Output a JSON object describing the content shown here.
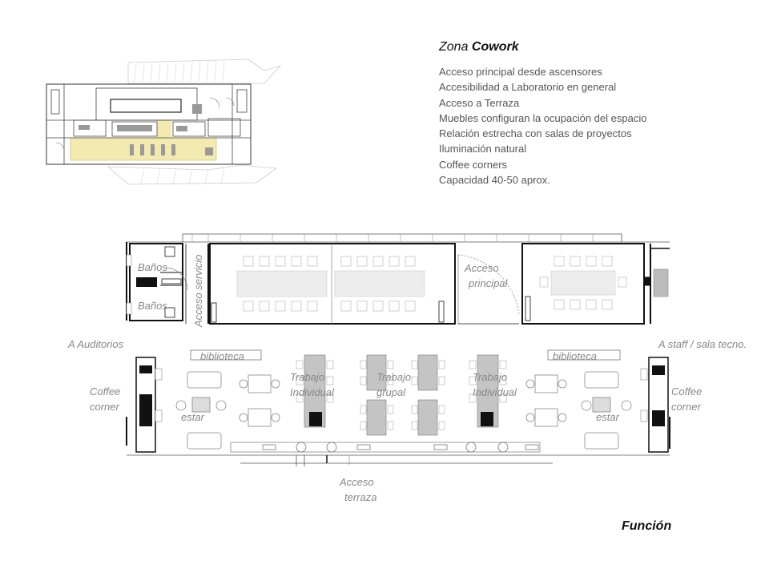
{
  "header": {
    "title_prefix": "Zona ",
    "title_bold": "Cowork"
  },
  "bullets": [
    "Acceso principal desde ascensores",
    "Accesibilidad a Laboratorio en general",
    "Acceso a Terraza",
    "Muebles configuran la ocupación del espacio",
    "Relación estrecha con salas de proyectos",
    "Iluminación natural",
    "Coffee corners",
    "Capacidad 40-50 aprox."
  ],
  "plan_labels": {
    "banos_top": "Baños",
    "banos_bottom": "Baños",
    "acceso_servicio": "Acceso servicio",
    "acceso_principal_1": "Acceso",
    "acceso_principal_2": "principal",
    "a_auditorios": "A Auditorios",
    "a_staff": "A staff / sala tecno.",
    "biblioteca_left": "biblioteca",
    "biblioteca_right": "biblioteca",
    "trabajo_ind_left_1": "Trabajo",
    "trabajo_ind_left_2": "Individual",
    "trabajo_grupal_1": "Trabajo",
    "trabajo_grupal_2": "grupal",
    "trabajo_ind_right_1": "Trabajo",
    "trabajo_ind_right_2": "Individual",
    "coffee_left_1": "Coffee",
    "coffee_left_2": "corner",
    "coffee_right_1": "Coffee",
    "coffee_right_2": "corner",
    "estar_left": "estar",
    "estar_right": "estar",
    "acceso_terraza_1": "Acceso",
    "acceso_terraza_2": "terraza"
  },
  "footer": {
    "label": "Función"
  },
  "colors": {
    "highlight": "#f3eab0",
    "wall": "#111111",
    "furniture": "#b9b9b9"
  }
}
